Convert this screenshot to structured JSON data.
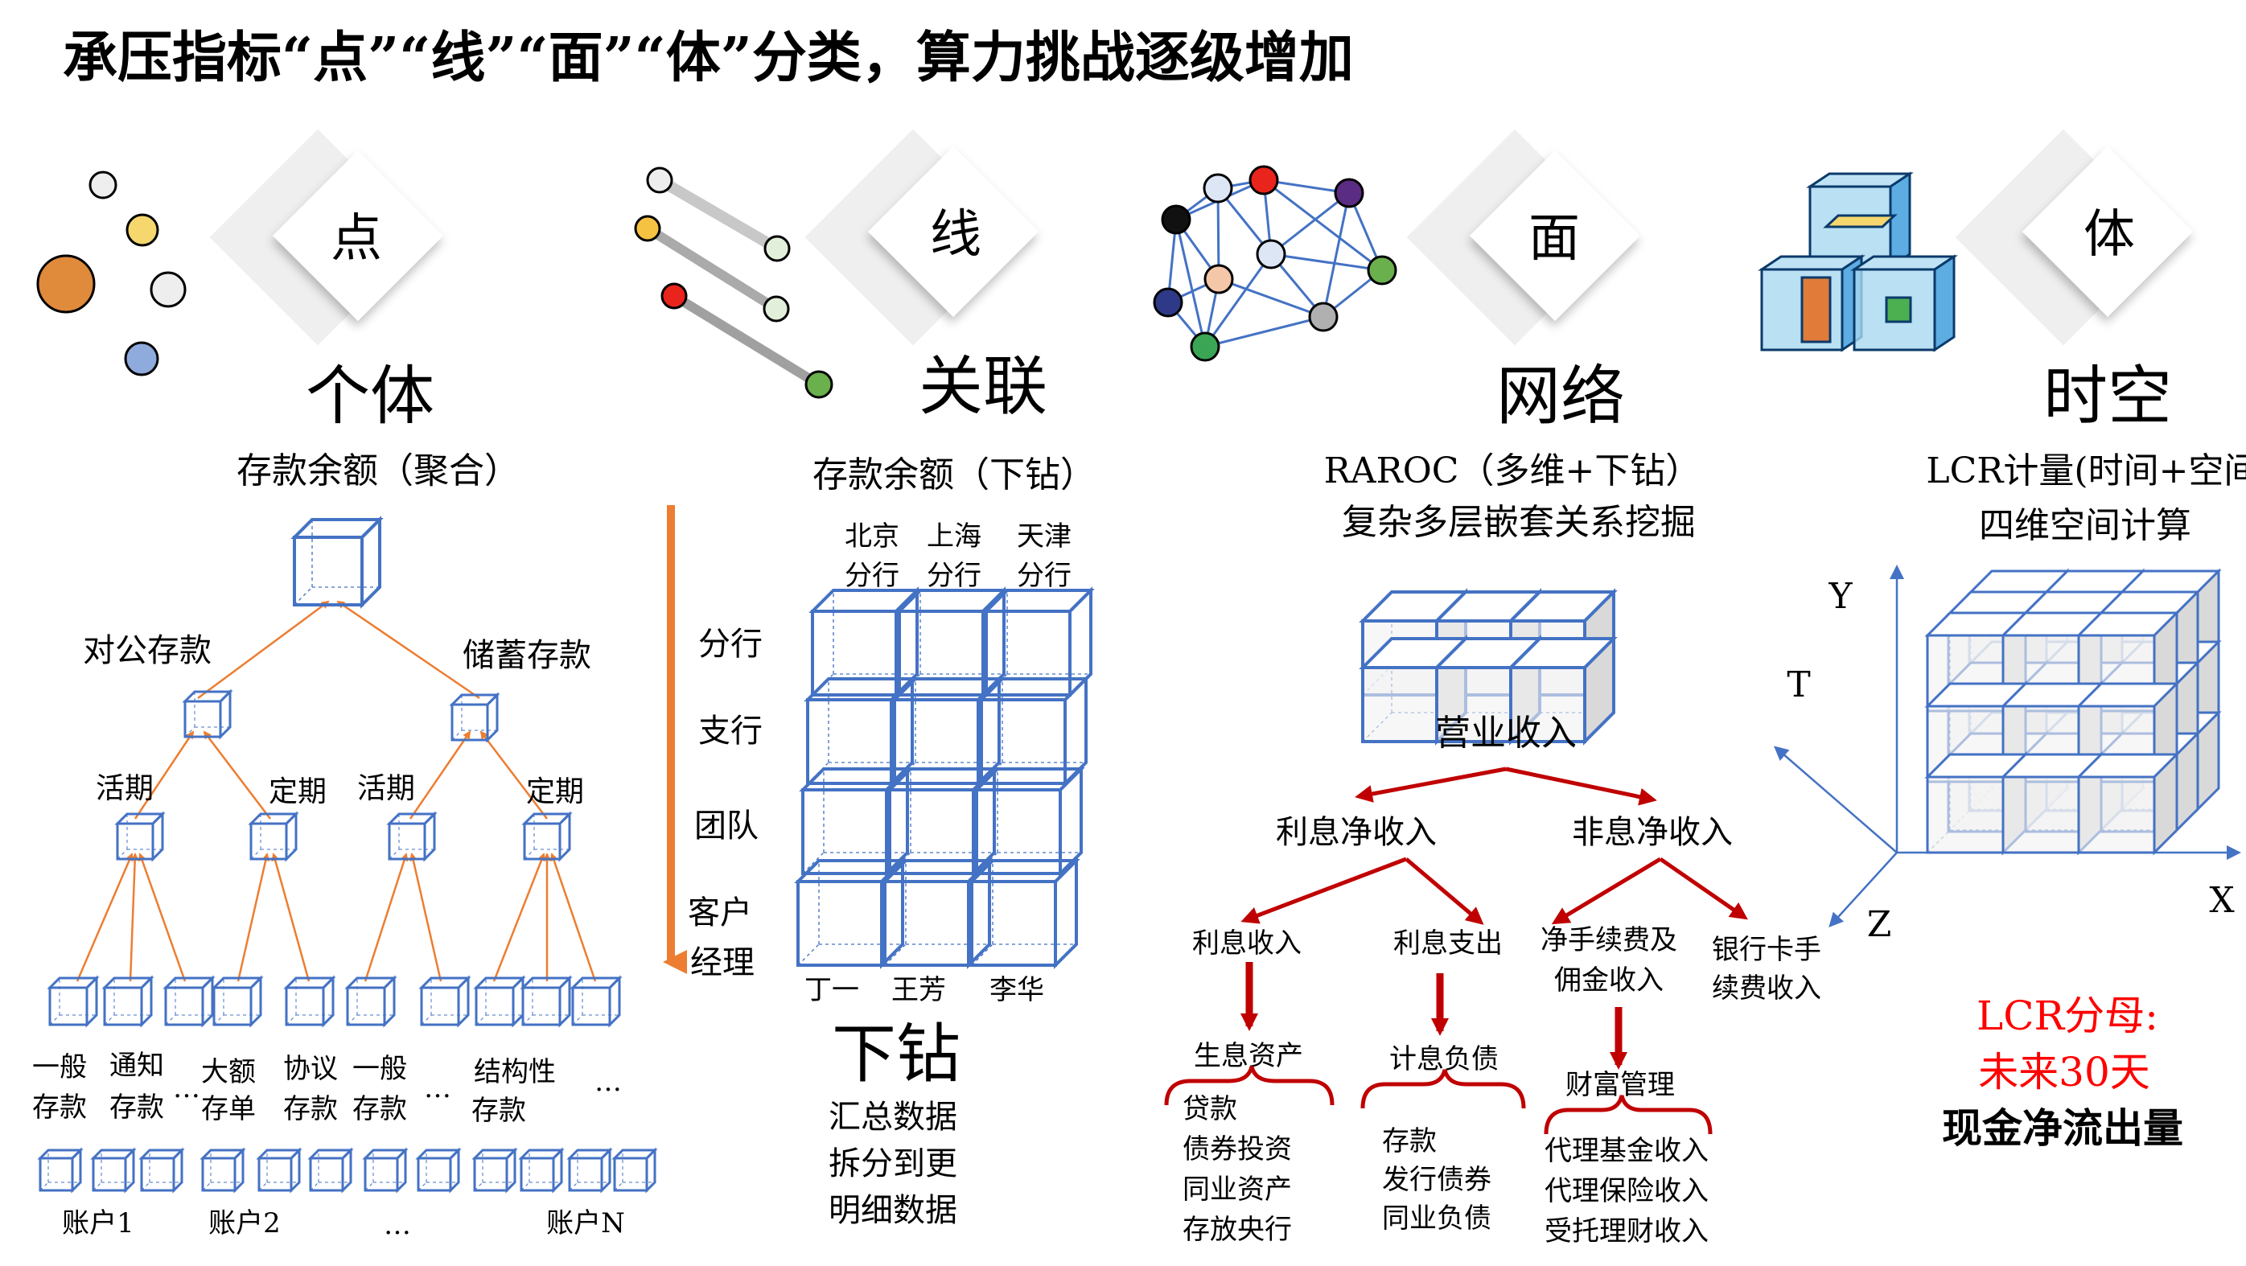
{
  "title": "承压指标“点”“线”“面”“体”分类，算力挑战逐级增加",
  "colors": {
    "cube": "#4472c4",
    "orange": "#ed7d31",
    "red_arrow": "#c00000",
    "lcr_red": "#ff0000",
    "axis": "#4472c4"
  },
  "sections": {
    "point": {
      "badge": "点",
      "name": "个体",
      "subtitle": "存款余额（聚合）",
      "l1_left": "对公存款",
      "l1_right": "储蓄存款",
      "l2": [
        "活期",
        "定期",
        "活期",
        "定期"
      ],
      "leaves_row1": [
        "一般",
        "通知",
        "大额",
        "协议",
        "一般",
        "结构性"
      ],
      "leaves_row2": [
        "存款",
        "存款",
        "存单",
        "存款",
        "存款",
        "存款"
      ],
      "ellipsis": [
        "…",
        "…",
        "…"
      ],
      "accounts": [
        "账户1",
        "账户2",
        "…",
        "账户N"
      ]
    },
    "line": {
      "badge": "线",
      "name": "关联",
      "subtitle": "存款余额（下钻）",
      "cols_row1": [
        "北京",
        "上海",
        "天津"
      ],
      "cols_row2": [
        "分行",
        "分行",
        "分行"
      ],
      "rows": [
        "分行",
        "支行",
        "团队",
        "客户",
        "经理"
      ],
      "bottom": [
        "丁一",
        "王芳",
        "李华"
      ],
      "drill": "下钻",
      "drill_desc": [
        "汇总数据",
        "拆分到更",
        "明细数据"
      ]
    },
    "face": {
      "badge": "面",
      "name": "网络",
      "subtitle1": "RAROC（多维+下钻）",
      "subtitle2": "复杂多层嵌套关系挖掘",
      "root": "营业收入",
      "l1": [
        "利息净收入",
        "非息净收入"
      ],
      "l2": [
        "利息收入",
        "利息支出",
        "净手续费及",
        "佣金收入",
        "银行卡手",
        "续费收入"
      ],
      "l3": [
        "生息资产",
        "计息负债",
        "财富管理"
      ],
      "list1": [
        "贷款",
        "债券投资",
        "同业资产",
        "存放央行"
      ],
      "list2": [
        "存款",
        "发行债券",
        "同业负债"
      ],
      "list3": [
        "代理基金收入",
        "代理保险收入",
        "受托理财收入"
      ]
    },
    "volume": {
      "badge": "体",
      "name": "时空",
      "subtitle1": "LCR计量(时间+空间)",
      "subtitle2": "四维空间计算",
      "axes": [
        "Y",
        "T",
        "Z",
        "X"
      ],
      "lcr1": "LCR分母:",
      "lcr2": "未来30天",
      "lcr3": "现金净流出量"
    }
  }
}
